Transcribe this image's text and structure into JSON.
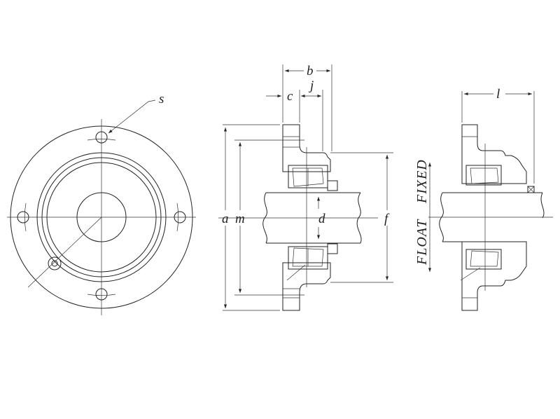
{
  "front_view": {
    "labels": {
      "s": "s"
    }
  },
  "section_view": {
    "labels": {
      "a": "a",
      "m": "m",
      "d": "d",
      "f": "f",
      "b": "b",
      "c": "c",
      "j": "j"
    }
  },
  "float_fixed_view": {
    "labels": {
      "l": "l",
      "float": "FLOAT",
      "fixed": "FIXED"
    }
  }
}
